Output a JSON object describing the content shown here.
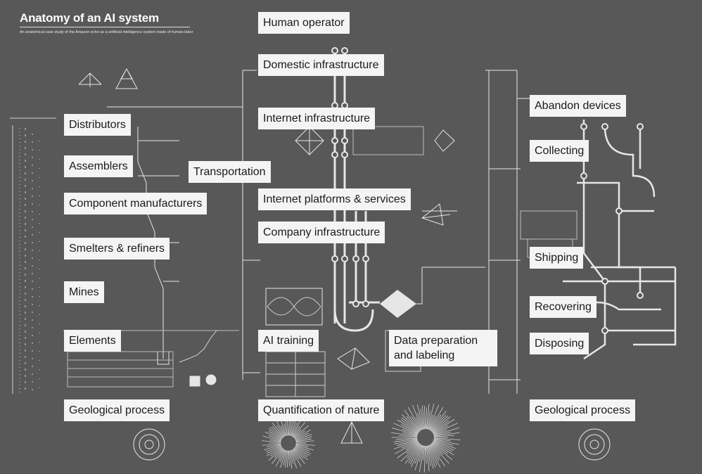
{
  "header": {
    "title": "Anatomy of an AI system",
    "subtitle": "An anatomical case study of the Amazon echo as a artificial intelligence system made of human labor"
  },
  "left_column": {
    "labels": [
      "Distributors",
      "Assemblers",
      "Component manufacturers",
      "Smelters & refiners",
      "Mines",
      "Elements",
      "Geological process"
    ]
  },
  "center_column": {
    "labels": [
      "Human operator",
      "Domestic infrastructure",
      "Internet infrastructure",
      "Transportation",
      "Internet platforms & services",
      "Company infrastructure",
      "AI training",
      "Data preparation and labeling",
      "Quantification of nature"
    ]
  },
  "right_column": {
    "labels": [
      "Abandon devices",
      "Collecting",
      "Shipping",
      "Recovering",
      "Disposing",
      "Geological process"
    ]
  },
  "colors": {
    "background": "#585858",
    "line": "#e6e6e6",
    "label_bg": "#f4f4f4",
    "label_text": "#1a1a1a"
  }
}
